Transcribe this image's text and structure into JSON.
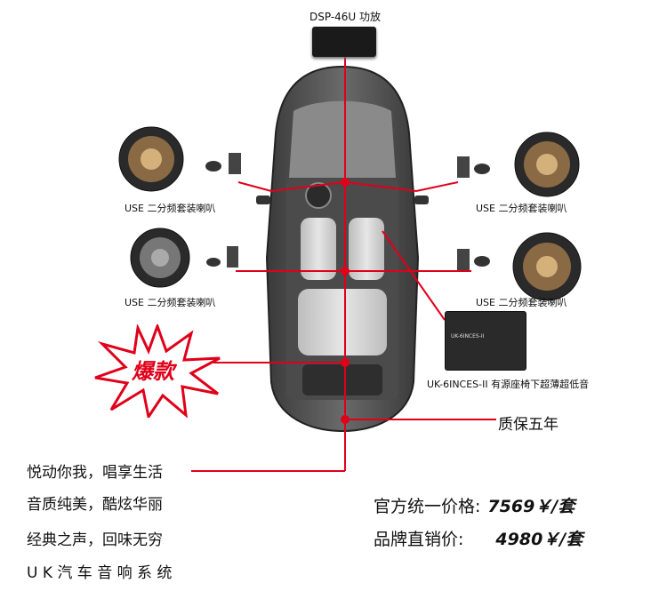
{
  "amp_label": "DSP-46U 功放",
  "speakers": {
    "front_left": "USE 二分频套装喇叭",
    "front_right": "USE 二分频套装喇叭",
    "rear_left": "USE 二分频套装喇叭",
    "rear_right": "USE 二分频套装喇叭"
  },
  "subwoofer_label": "UK-6INCES-II 有源座椅下超薄超低音",
  "subwoofer_badge": "UK-6INCES-II",
  "warranty": "质保五年",
  "badge_text": "爆款",
  "slogans": [
    "悦动你我，唱享生活",
    "音质纯美，酷炫华丽",
    "经典之声，回味无穷",
    "U K 汽 车 音 响 系 统"
  ],
  "prices": {
    "official_label": "官方统一价格:",
    "official_value": "7569￥/套",
    "direct_label": "品牌直销价:",
    "direct_value": "4980￥/套"
  },
  "colors": {
    "line": "#e0001a",
    "badge_text": "#e0001a"
  }
}
